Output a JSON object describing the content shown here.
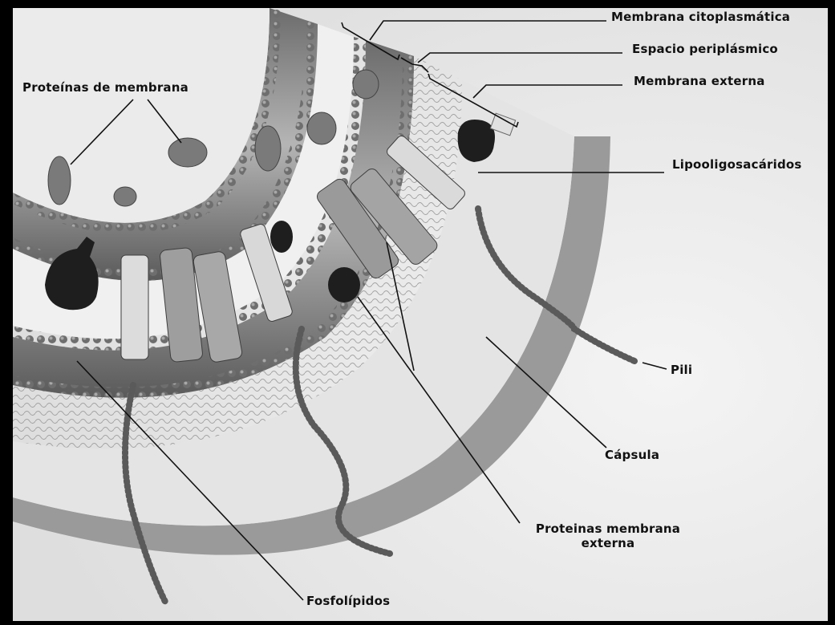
{
  "labels": {
    "membrana_citoplasmatica": "Membrana citoplasmática",
    "espacio_periplasmico": "Espacio periplásmico",
    "membrana_externa": "Membrana externa",
    "proteinas_de_membrana": "Proteínas de membrana",
    "lipooligosacaridos": "Lipooligosacáridos",
    "pili": "Pili",
    "capsula": "Cápsula",
    "proteinas_membrana_externa_line1": "Proteinas membrana",
    "proteinas_membrana_externa_line2": "externa",
    "fosfolipidos": "Fosfolípidos"
  },
  "colors": {
    "background": "#ececec",
    "frame": "#000000",
    "membrane_dark": "#3a3a3a",
    "membrane_mid": "#8a8a8a",
    "capsule": "#bdbdbd",
    "protein_dark": "#1e1e1e",
    "label_text": "#111111",
    "leader_line": "#111111"
  }
}
